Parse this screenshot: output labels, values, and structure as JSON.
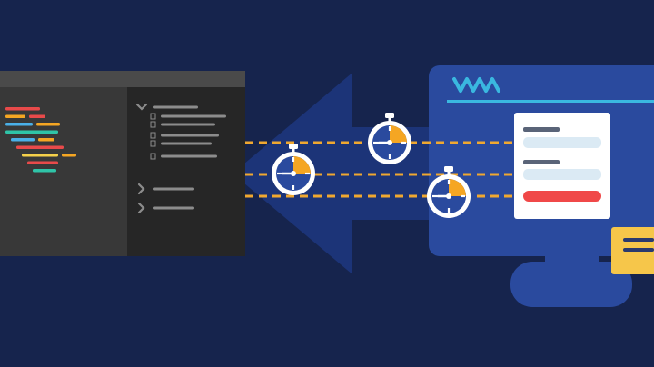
{
  "colors": {
    "background": "#16244d",
    "arrow": "#1c3478",
    "editor_panel": "#383838",
    "editor_tree": "#262626",
    "editor_titlebar": "#4a4a4a",
    "monitor_body": "#2a4a9e",
    "monitor_accent": "#3ab8e0",
    "form_card": "#ffffff",
    "form_label": "#5a6478",
    "form_input": "#dbeaf4",
    "form_button": "#f04848",
    "note": "#f6c64a",
    "note_lines": "#2a3a6e",
    "dashed_line": "#f0a830",
    "stopwatch_ring": "#ffffff",
    "stopwatch_face": "#2a4a9e",
    "stopwatch_fill": "#f5a623",
    "tree_text": "#8c8c8c",
    "code_colors": [
      "#e84a4a",
      "#f5a623",
      "#4ab0e8",
      "#2fc4a8",
      "#f5d04a"
    ]
  },
  "editor": {
    "code_lines": [
      {
        "indent": 0,
        "segments": [
          {
            "c": 0,
            "w": 38
          }
        ]
      },
      {
        "indent": 0,
        "segments": [
          {
            "c": 1,
            "w": 22
          },
          {
            "c": 0,
            "w": 18
          }
        ]
      },
      {
        "indent": 0,
        "segments": [
          {
            "c": 2,
            "w": 30
          },
          {
            "c": 1,
            "w": 26
          }
        ]
      },
      {
        "indent": 0,
        "segments": [
          {
            "c": 3,
            "w": 58
          }
        ]
      },
      {
        "indent": 6,
        "segments": [
          {
            "c": 2,
            "w": 26
          },
          {
            "c": 1,
            "w": 18
          }
        ]
      },
      {
        "indent": 12,
        "segments": [
          {
            "c": 0,
            "w": 52
          }
        ]
      },
      {
        "indent": 18,
        "segments": [
          {
            "c": 4,
            "w": 40
          },
          {
            "c": 1,
            "w": 16
          }
        ]
      },
      {
        "indent": 24,
        "segments": [
          {
            "c": 0,
            "w": 34
          }
        ]
      },
      {
        "indent": 30,
        "segments": [
          {
            "c": 3,
            "w": 26
          }
        ]
      }
    ],
    "tree_rows": [
      {
        "kind": "open",
        "w": 50
      },
      {
        "kind": "item",
        "w": 72
      },
      {
        "kind": "item",
        "w": 60
      },
      {
        "kind": "item",
        "w": 64
      },
      {
        "kind": "item",
        "w": 56
      },
      {
        "kind": "item",
        "w": 62
      },
      {
        "kind": "closed",
        "w": 46
      },
      {
        "kind": "closed",
        "w": 46
      }
    ]
  },
  "stopwatches": [
    {
      "id": "left",
      "progress": 0.25
    },
    {
      "id": "top",
      "progress": 0.25
    },
    {
      "id": "right",
      "progress": 0.25
    }
  ],
  "form": {
    "fields": 2,
    "has_submit_button": true
  }
}
